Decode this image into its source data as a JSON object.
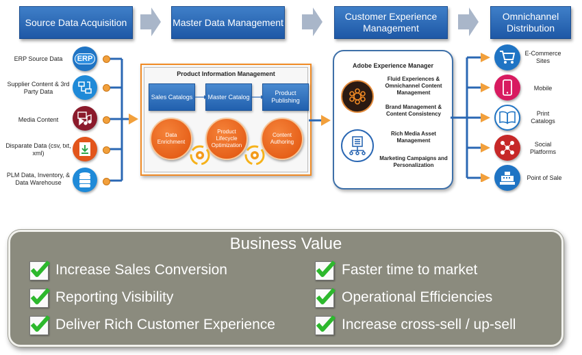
{
  "headers": [
    "Source Data Acquisition",
    "Master Data Management",
    "Customer Experience Management",
    "Omnichannel Distribution"
  ],
  "sources": [
    {
      "label": "ERP Source Data",
      "icon": "erp-icon",
      "icon_text": "ERP",
      "color": "#1f74c4"
    },
    {
      "label": "Supplier Content & 3rd Party Data",
      "icon": "supplier-data-icon",
      "color": "#1f8ad8"
    },
    {
      "label": "Media Content",
      "icon": "media-icon",
      "color": "#8b1a2b"
    },
    {
      "label": "Disparate Data (csv, txt, xml)",
      "icon": "download-file-icon",
      "color": "#e2551b"
    },
    {
      "label": "PLM Data, Inventory, & Data Warehouse",
      "icon": "database-icon",
      "color": "#1f8ad8"
    }
  ],
  "pim": {
    "title": "Product Information Management",
    "boxes": [
      "Sales Catalogs",
      "Master Catalog",
      "Product Publishing"
    ],
    "circles": [
      "Data Enrichment",
      "Product Lifecycle Optimization",
      "Content Authoring"
    ]
  },
  "aem": {
    "title": "Adobe Experience Manager",
    "items": [
      "Fluid Experiences & Omnichannel Content Management",
      "Brand Management & Content Consistency",
      "Rich Media Asset Management",
      "Marketing Campaigns and Personalization"
    ]
  },
  "channels": [
    {
      "label": "E-Commerce Sites",
      "icon": "shopping-cart-icon",
      "color": "#1f74c4"
    },
    {
      "label": "Mobile",
      "icon": "mobile-phone-icon",
      "color": "#d81b60"
    },
    {
      "label": "Print Catalogs",
      "icon": "book-icon",
      "color": "#1f74c4"
    },
    {
      "label": "Social Platforms",
      "icon": "social-icon",
      "color": "#c62828"
    },
    {
      "label": "Point of Sale",
      "icon": "cash-register-icon",
      "color": "#1f74c4"
    }
  ],
  "business_value": {
    "title": "Business Value",
    "left": [
      "Increase Sales Conversion",
      "Reporting Visibility",
      "Deliver Rich Customer Experience"
    ],
    "right": [
      "Faster time to market",
      "Operational Efficiencies",
      "Increase cross-sell / up-sell"
    ]
  },
  "colors": {
    "header_blue": "#2a67b3",
    "accent_orange": "#f08a24",
    "panel_gray": "#8b8b7e",
    "check_green": "#2db82d"
  }
}
